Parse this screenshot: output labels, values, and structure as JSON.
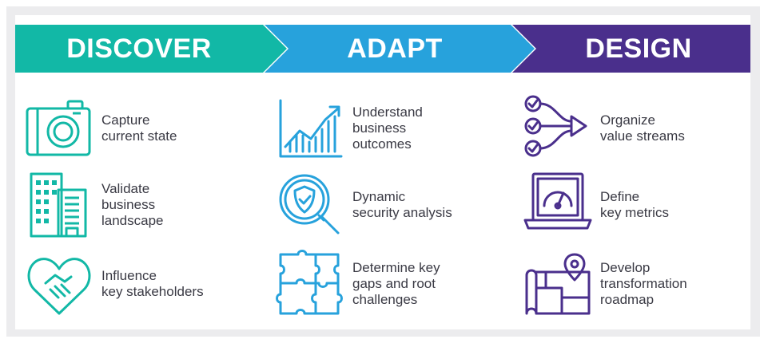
{
  "colors": {
    "discover": "#12b8a6",
    "adapt": "#27a2dc",
    "design": "#4a2f8c"
  },
  "phases": [
    {
      "title": "DISCOVER",
      "items": [
        {
          "icon": "camera-icon",
          "label": "Capture\ncurrent state"
        },
        {
          "icon": "office-building-icon",
          "label": "Validate\nbusiness\nlandscape"
        },
        {
          "icon": "handshake-heart-icon",
          "label": "Influence\nkey stakeholders"
        }
      ]
    },
    {
      "title": "ADAPT",
      "items": [
        {
          "icon": "growth-chart-icon",
          "label": "Understand\nbusiness\noutcomes"
        },
        {
          "icon": "shield-magnifier-icon",
          "label": "Dynamic\nsecurity analysis"
        },
        {
          "icon": "puzzle-icon",
          "label": "Determine key\ngaps and root\nchallenges"
        }
      ]
    },
    {
      "title": "DESIGN",
      "items": [
        {
          "icon": "value-stream-icon",
          "label": "Organize\nvalue streams"
        },
        {
          "icon": "laptop-gauge-icon",
          "label": "Define\nkey metrics"
        },
        {
          "icon": "map-pin-icon",
          "label": "Develop\ntransformation\nroadmap"
        }
      ]
    }
  ]
}
